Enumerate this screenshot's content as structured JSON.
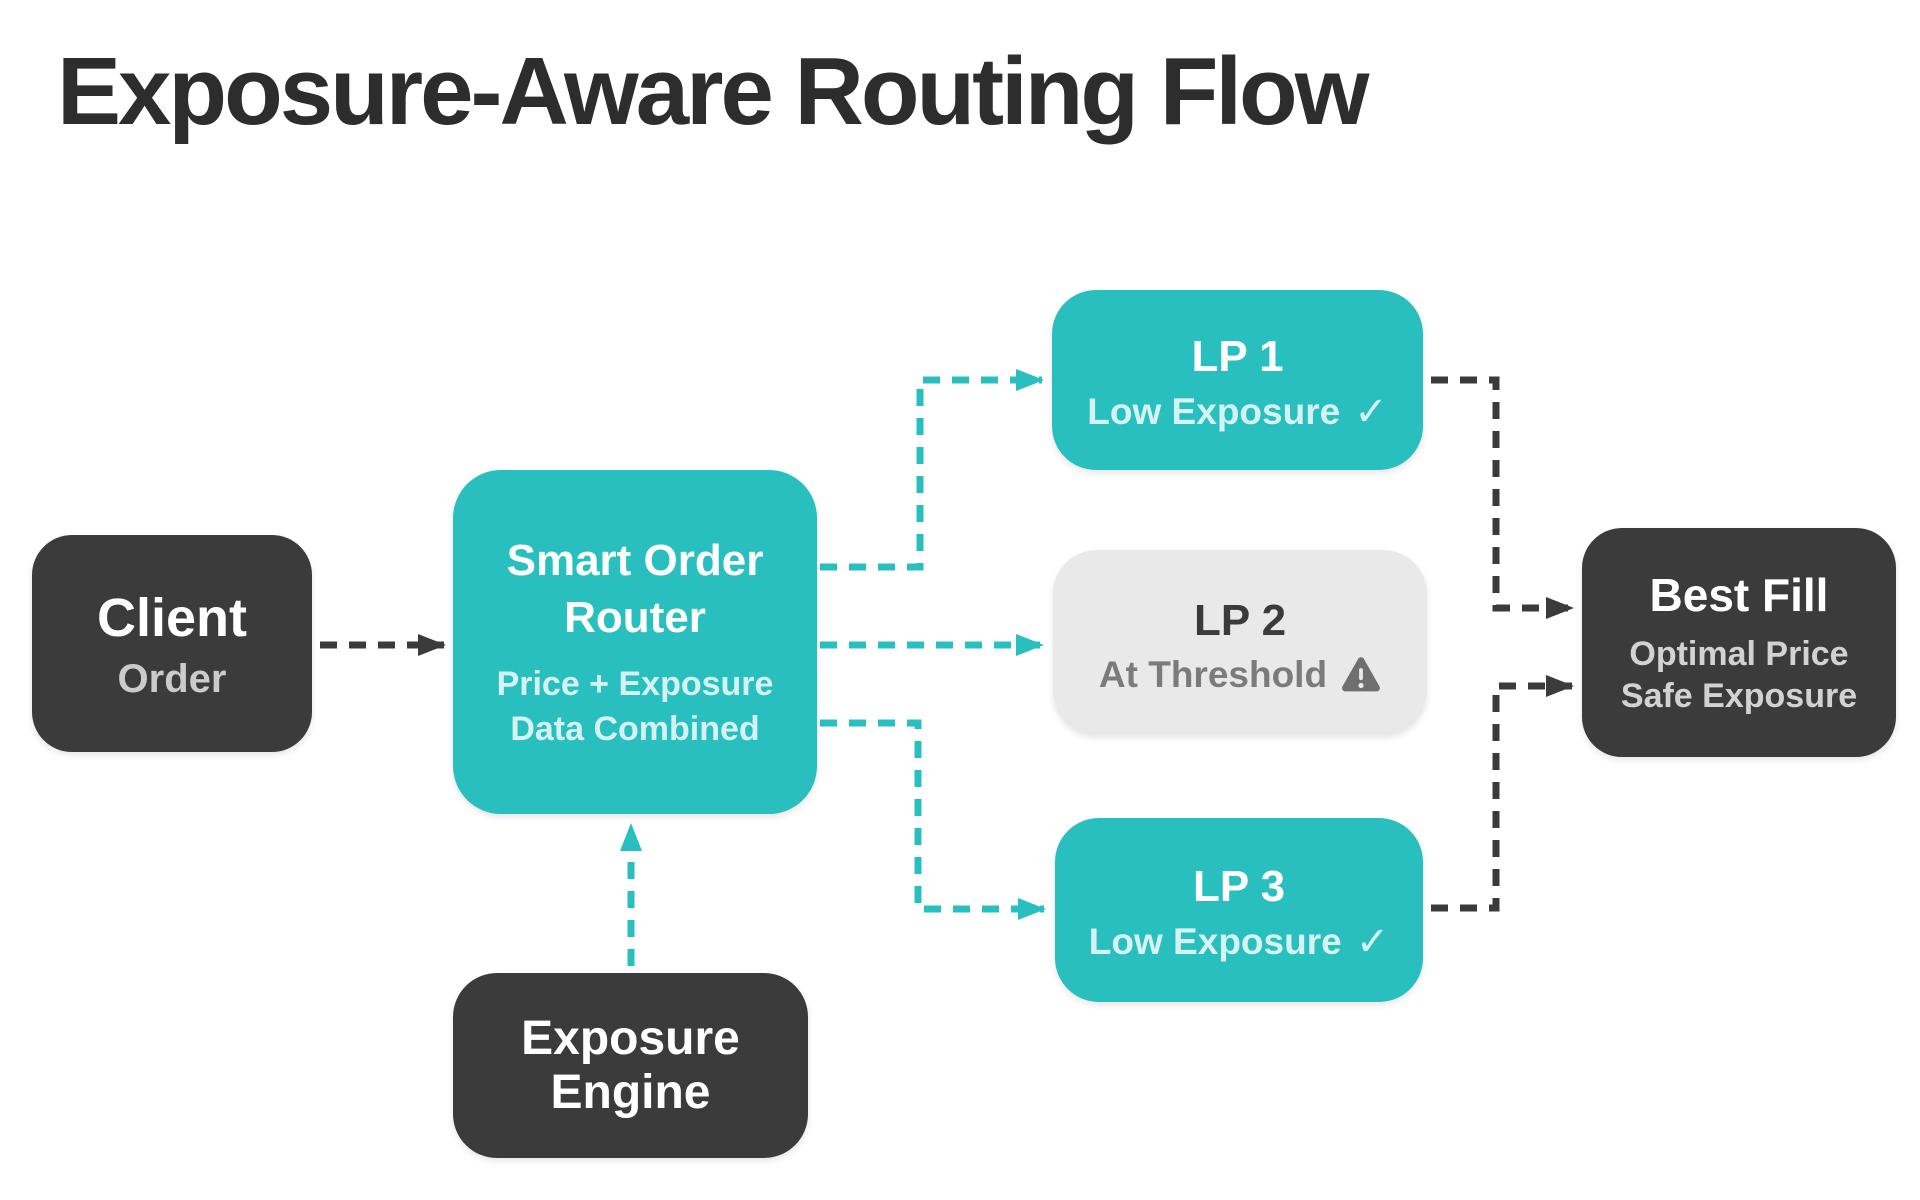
{
  "title": "Exposure-Aware Routing Flow",
  "colors": {
    "background": "#ffffff",
    "title": "#2d2d2d",
    "teal": "#29bfbf",
    "dark": "#3b3b3b",
    "neutral": "#e9e9e9",
    "teal_sub": "#d6f3f3",
    "dark_sub": "#cbcbcb",
    "neutral_sub": "#7b7b7b",
    "warning": "#6f6f6f"
  },
  "icons": {
    "check": "✓"
  },
  "nodes": {
    "client": {
      "title": "Client",
      "subtitle": "Order"
    },
    "router": {
      "title": "Smart Order Router",
      "subtitle": "Price + Exposure Data Combined"
    },
    "engine": {
      "title": "Exposure Engine"
    },
    "lp1": {
      "title": "LP 1",
      "status": "Low Exposure"
    },
    "lp2": {
      "title": "LP 2",
      "status": "At Threshold"
    },
    "lp3": {
      "title": "LP 3",
      "status": "Low Exposure"
    },
    "best_fill": {
      "title": "Best Fill",
      "subtitle_line1": "Optimal Price",
      "subtitle_line2": "Safe Exposure"
    }
  }
}
